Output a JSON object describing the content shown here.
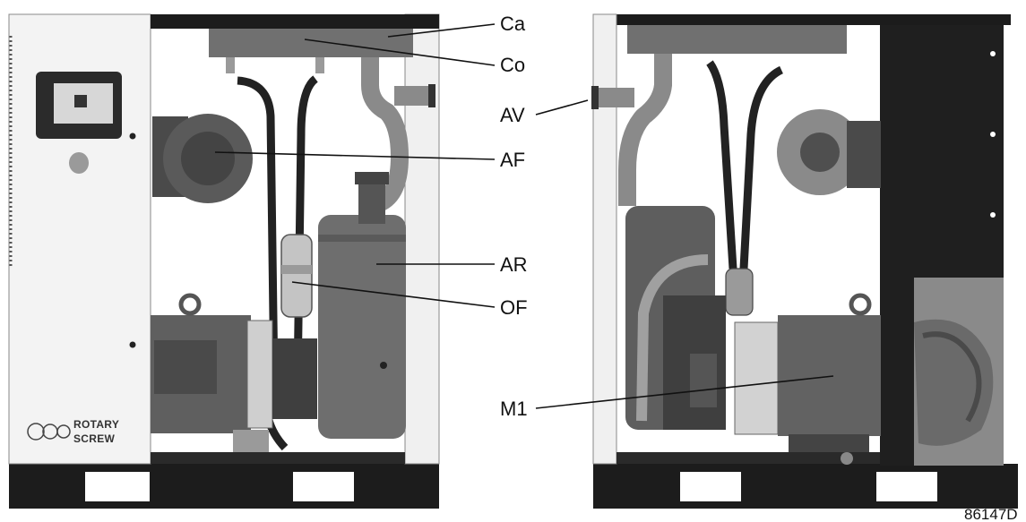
{
  "callouts": {
    "ca": "Ca",
    "co": "Co",
    "av": "AV",
    "af": "AF",
    "ar": "AR",
    "of": "OF",
    "m1": "M1"
  },
  "figure_number": "86147D",
  "logo": {
    "line1": "ROTARY",
    "line2": "SCREW"
  },
  "colors": {
    "frame_dark": "#1c1c1c",
    "panel_white": "#f2f2f2",
    "component_gray": "#6e6e6e",
    "component_dark": "#3a3a3a",
    "component_light": "#b5b5b5",
    "background": "#ffffff"
  }
}
